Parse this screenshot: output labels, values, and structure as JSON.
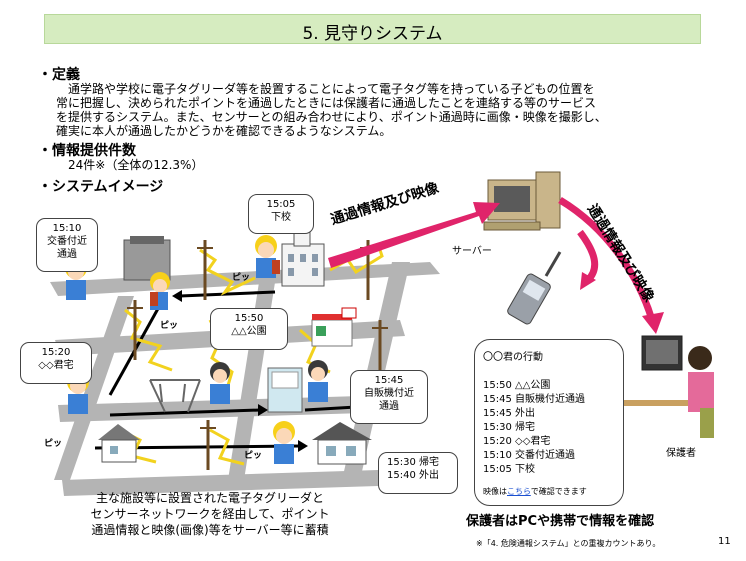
{
  "title": "5.  見守りシステム",
  "sections": {
    "definition": {
      "bullet": "・",
      "heading": "定義",
      "lines": [
        "通学路や学校に電子タグリーダ等を設置することによって電子タグ等を持っている子どもの位置を",
        "常に把握し、決められたポイントを通過したときには保護者に通過したことを連絡する等のサービス",
        "を提供するシステム。また、センサーとの組み合わせにより、ポイント通過時に画像・映像を撮影し、",
        "確実に本人が通過したかどうかを確認できるようなシステム。"
      ]
    },
    "count": {
      "bullet": "・",
      "heading": "情報提供件数",
      "value": "24件※（全体の12.3%）"
    },
    "image": {
      "bullet": "・",
      "heading": "システムイメージ"
    }
  },
  "diagram": {
    "callouts": {
      "school": [
        "15:05",
        "下校"
      ],
      "crossing": [
        "15:10",
        "交番付近",
        "通過"
      ],
      "park": [
        "15:50",
        "△△公園"
      ],
      "home": [
        "15:20",
        "◇◇君宅"
      ],
      "vending": [
        "15:45",
        "自販機付近",
        "通過"
      ],
      "return": [
        "15:30  帰宅",
        "15:40  外出"
      ]
    },
    "beep": "ピッ",
    "arrow_label_1": "通過情報及び映像",
    "arrow_label_2": "通過情報及び映像",
    "server_label": "サーバー",
    "parent_label": "保護者",
    "phone_panel": {
      "heading": "〇〇君の行動",
      "entries": [
        "15:50  △△公園",
        "15:45  自販機付近通過",
        "15:45  外出",
        "15:30  帰宅",
        "15:20    ◇◇君宅",
        "15:10  交番付近通過",
        "15:05  下校"
      ],
      "footer_pre": "映像は",
      "footer_link": "こちら",
      "footer_post": "で確認できます"
    },
    "phone_caption": "保護者はPCや携帯で情報を確認",
    "main_caption": [
      "主な施設等に設置された電子タグリーダと",
      "センサーネットワークを経由して、ポイント",
      "通過情報と映像(画像)等をサーバー等に蓄積"
    ]
  },
  "footnote": "※「4. 危険通報システム」との重複カウントあり。",
  "page_number": "11",
  "colors": {
    "title_bg": "#d6ecc0",
    "arrow": "#e0246a",
    "road": "#b4b4b4",
    "signal": "#f2d21e"
  }
}
